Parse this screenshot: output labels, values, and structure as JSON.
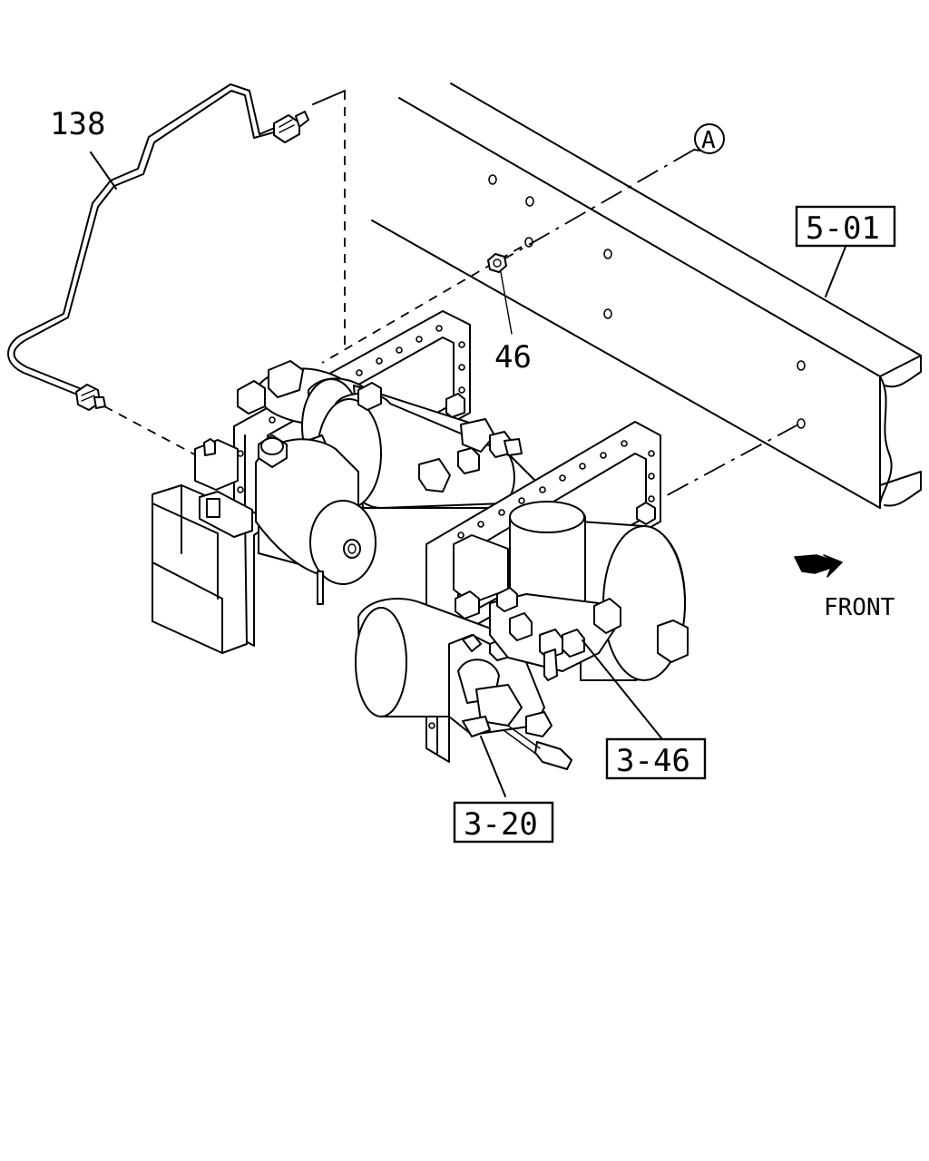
{
  "labels": {
    "part_138": "138",
    "part_46": "46",
    "ref_a": "A",
    "ref_501": "5-01",
    "ref_346": "3-46",
    "ref_320": "3-20",
    "front": "FRONT"
  }
}
